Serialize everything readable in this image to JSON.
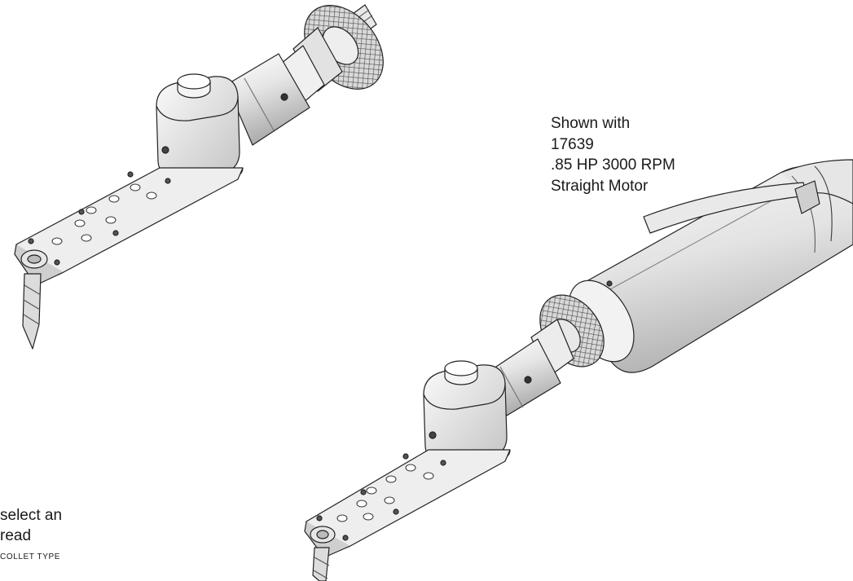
{
  "caption": {
    "lines": [
      "Shown with",
      "17639",
      ".85 HP 3000 RPM",
      "Straight Motor"
    ]
  },
  "note": {
    "line1": "select an",
    "line2": "read",
    "small": "COLLET TYPE"
  },
  "colors": {
    "line": "#222222",
    "metal_light": "#f2f2f2",
    "metal_mid": "#cfcfcf",
    "metal_dark": "#9a9a9a"
  }
}
